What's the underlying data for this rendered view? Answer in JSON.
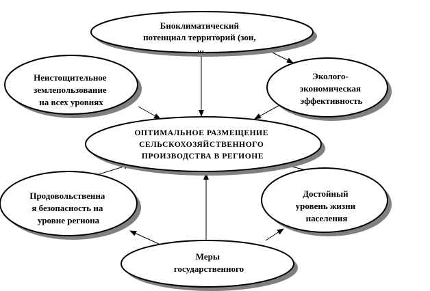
{
  "colors": {
    "background": "#ffffff",
    "stroke": "#000000",
    "shadow": "#808080",
    "text": "#000000"
  },
  "nodes": {
    "bioclimatic": {
      "lines": [
        "Биоклиматический",
        "потенциал территорий (зон,",
        "..."
      ]
    },
    "land_use": {
      "lines": [
        "Неистощительное",
        "землепользование",
        "на всех уровнях"
      ]
    },
    "eco_efficiency": {
      "lines": [
        "Эколого-",
        "экономическая",
        "эффективность"
      ]
    },
    "center": {
      "lines": [
        "ОПТИМАЛЬНОЕ РАЗМЕЩЕНИЕ",
        "СЕЛЬСКОХОЗЯЙСТВЕННОГО",
        "ПРОИЗВОДСТВА В РЕГИОНЕ"
      ]
    },
    "food_security": {
      "lines": [
        "Продовольственна",
        "я безопасность на",
        "уровне региона"
      ]
    },
    "living_standard": {
      "lines": [
        "Достойный",
        "уровень жизни",
        "населения"
      ]
    },
    "state_measures": {
      "lines": [
        "Меры",
        "государственного"
      ]
    }
  }
}
